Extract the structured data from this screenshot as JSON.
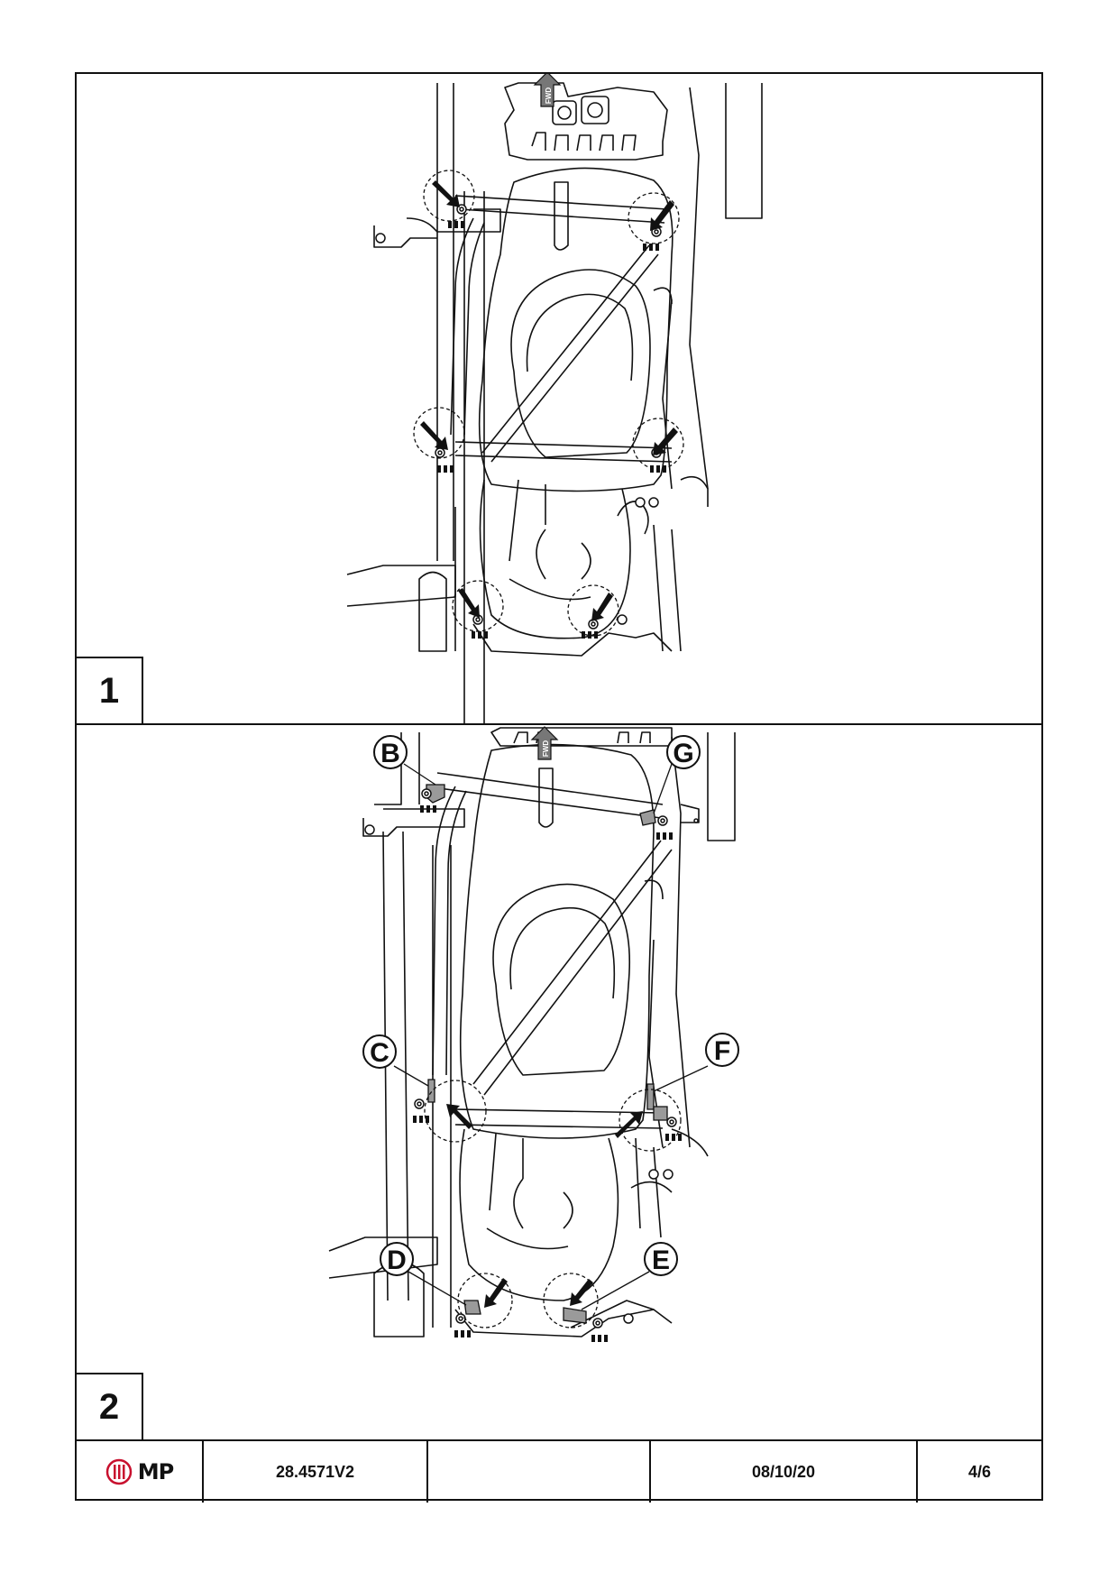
{
  "steps": [
    {
      "number": "1"
    },
    {
      "number": "2"
    }
  ],
  "orientation_label": "FWD",
  "callouts": [
    "B",
    "G",
    "C",
    "F",
    "D",
    "E"
  ],
  "footer": {
    "logo_text": "MP",
    "part_number": "28.4571V2",
    "blank": "",
    "date": "08/10/20",
    "page": "4/6"
  },
  "colors": {
    "line": "#111111",
    "bracket_fill": "#9a9a9a",
    "logo_red": "#c8102e"
  },
  "icons": [
    "fwd-arrow-icon",
    "tightening-arrow-icon",
    "bolt-icon",
    "mp-logo-icon"
  ]
}
